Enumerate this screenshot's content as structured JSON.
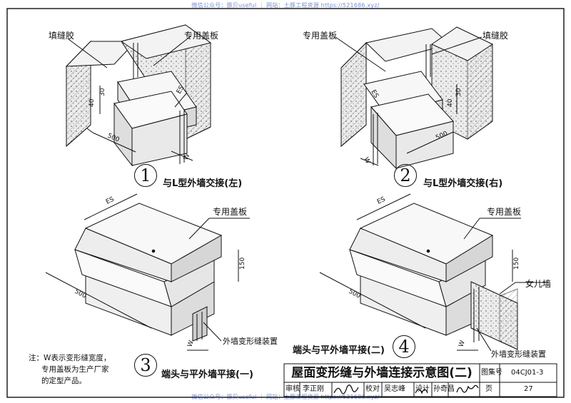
{
  "watermark": {
    "top": "微信公众号：豚贝useful ｜ 网站：土豚工程资源 https://521686.xyz/",
    "bottom": "微信公众号：豚贝useful ｜ 网站：土豚工程资源 https://521686.xyz/"
  },
  "fig1": {
    "number": "1",
    "caption": "与L型外墙交接(左)",
    "labels": {
      "sealant": "填缝胶",
      "cover": "专用盖板"
    },
    "dims": {
      "d40": "40",
      "d30": "30",
      "d500": "500",
      "es": "ES",
      "w": "W"
    }
  },
  "fig2": {
    "number": "2",
    "caption": "与L型外墙交接(右)",
    "labels": {
      "sealant": "填缝胶",
      "cover": "专用盖板"
    },
    "dims": {
      "d40": "40",
      "d30": "30",
      "d500": "500",
      "es": "ES",
      "w": "W"
    }
  },
  "fig3": {
    "number": "3",
    "caption": "端头与平外墙平接(一)",
    "labels": {
      "cover": "专用盖板",
      "device": "外墙变形缝装置"
    },
    "dims": {
      "es": "ES",
      "d150": "150",
      "d500": "500",
      "w": "W"
    }
  },
  "fig4": {
    "number": "4",
    "caption": "端头与平外墙平接(二)",
    "labels": {
      "cover": "专用盖板",
      "parapet": "女儿墙",
      "device": "外墙变形缝装置"
    },
    "dims": {
      "es": "ES",
      "d150": "150",
      "d500": "500",
      "w": "W"
    }
  },
  "note": {
    "line1": "注：W表示变形缝宽度，",
    "line2": "专用盖板为生产厂家",
    "line3": "的定型产品。"
  },
  "title_block": {
    "title": "屋面变形缝与外墙连接示意图(二)",
    "atlas_label": "图集号",
    "atlas_no": "04CJ01-3",
    "review_label": "审核",
    "reviewer": "李正刚",
    "check_label": "校对",
    "checker": "吴志峰",
    "design_label": "设计",
    "designer": "孙奇昌",
    "page_label": "页",
    "page_no": "27"
  }
}
